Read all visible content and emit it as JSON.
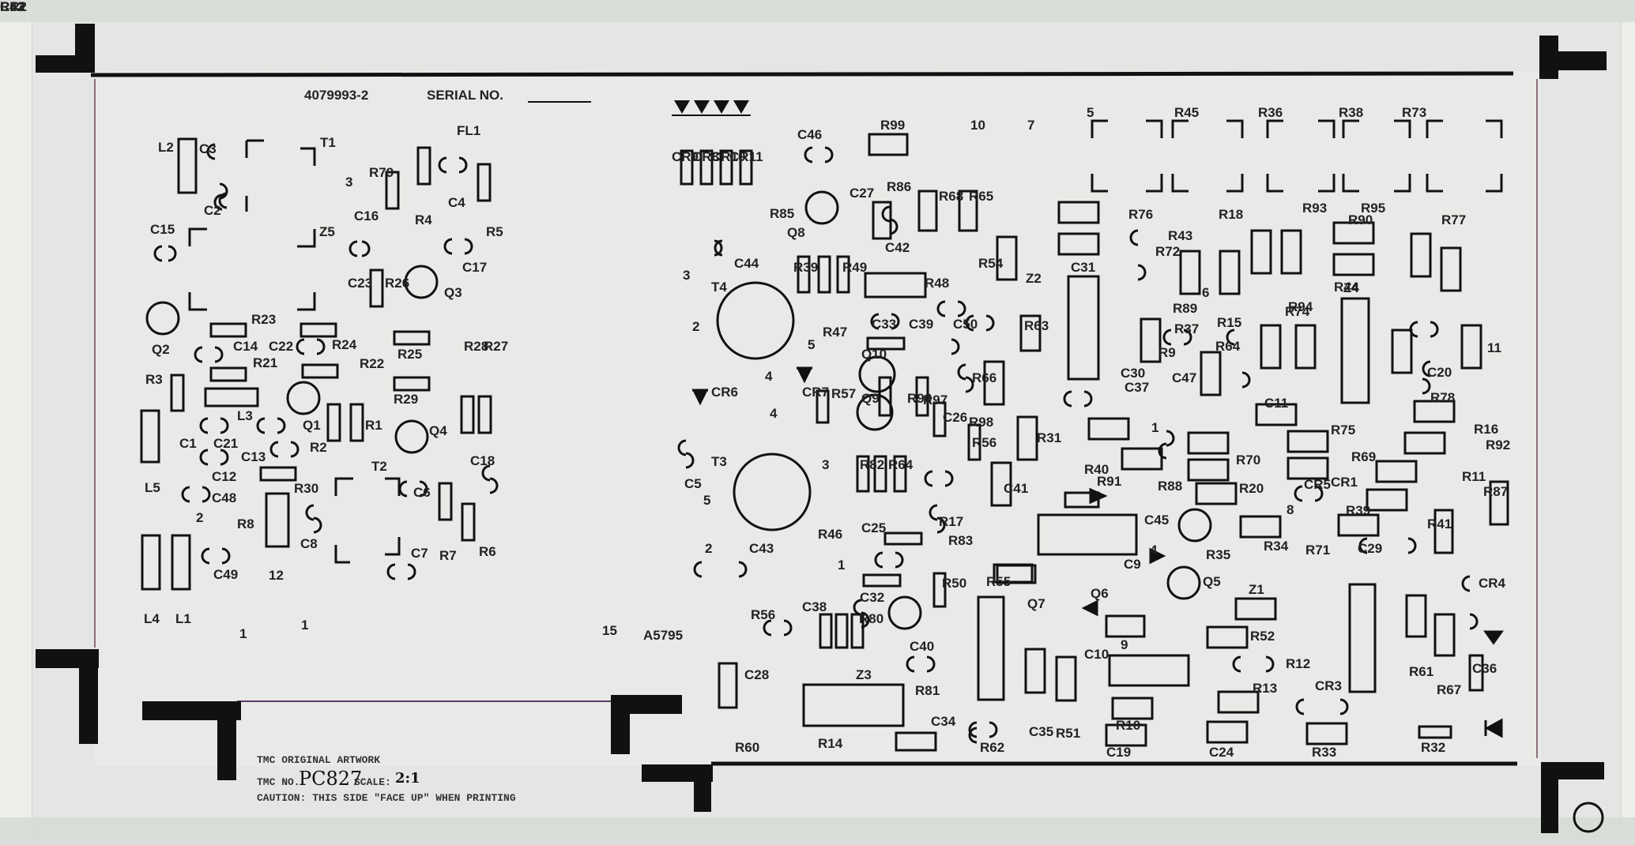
{
  "header": {
    "part_number": "4079993-2",
    "serial_label": "SERIAL NO."
  },
  "notes": {
    "artwork": "TMC ORIGINAL ARTWORK",
    "tmc_no_label": "TMC NO.",
    "tmc_no_value": "PC827",
    "scale_label": "SCALE:",
    "scale_value": "2:1",
    "caution": "CAUTION:  THIS SIDE \"FACE UP\" WHEN PRINTING"
  },
  "board_id": "A5795",
  "labels": [
    "FL1",
    "T1",
    "C3",
    "L2",
    "C2",
    "C15",
    "Z5",
    "C16",
    "R79",
    "3",
    "R4",
    "C4",
    "R5",
    "C17",
    "Q3",
    "C23",
    "R26",
    "R23",
    "C14",
    "C22",
    "R24",
    "R21",
    "R22",
    "R25",
    "R28",
    "R27",
    "Q2",
    "R3",
    "L3",
    "R29",
    "Q1",
    "R1",
    "Q4",
    "C1",
    "C21",
    "C13",
    "R2",
    "C12",
    "L5",
    "C48",
    "T2",
    "C6",
    "C18",
    "2",
    "R30",
    "R8",
    "C8",
    "C7",
    "R7",
    "R6",
    "C49",
    "12",
    "L4",
    "L1",
    "1",
    "1",
    "15",
    "R99",
    "10",
    "7",
    "C46",
    "CR9",
    "CR8",
    "CR10",
    "CR11",
    "C27",
    "R86",
    "R68",
    "R65",
    "Q8",
    "R85",
    "C42",
    "C44",
    "T4",
    "R39",
    "R49",
    "R48",
    "R54",
    "Z2",
    "3",
    "2",
    "C33",
    "C39",
    "C50",
    "R63",
    "R47",
    "5",
    "Q10",
    "4",
    "CR6",
    "CR7",
    "R57",
    "R96",
    "R97",
    "Q9",
    "R66",
    "C26",
    "R98",
    "R56",
    "R31",
    "4",
    "T3",
    "C5",
    "5",
    "3",
    "R82",
    "R64",
    "C41",
    "R17",
    "C25",
    "R83",
    "R46",
    "2",
    "C43",
    "1",
    "C32",
    "R55",
    "R50",
    "R56",
    "C38",
    "R80",
    "C40",
    "Q7",
    "Z3",
    "R81",
    "C28",
    "R14",
    "C34",
    "R62",
    "C35",
    "R51",
    "R60",
    "5",
    "R45",
    "R36",
    "R38",
    "R73",
    "R76",
    "R43",
    "R18",
    "R93",
    "R90",
    "R95",
    "R77",
    "R72",
    "C31",
    "R44",
    "Z4",
    "R89",
    "6",
    "R37",
    "R15",
    "R94",
    "R74",
    "11",
    "R64",
    "R9",
    "C47",
    "R78",
    "C20",
    "C30",
    "C37",
    "1",
    "C11",
    "R16",
    "R92",
    "R75",
    "R70",
    "R69",
    "R91",
    "R40",
    "R88",
    "R20",
    "CR1",
    "8",
    "R39",
    "R87",
    "C45",
    "R34",
    "R71",
    "C29",
    "R41",
    "R11",
    "R35",
    "C9",
    "4",
    "Q5",
    "CR5",
    "Q6",
    "Z1",
    "CR4",
    "9",
    "R52",
    "C10",
    "R61",
    "R67",
    "C36",
    "R13",
    "R12",
    "CR3",
    "R10",
    "C19",
    "C24",
    "R33",
    "R32",
    "R53",
    "R42",
    "CR2"
  ]
}
